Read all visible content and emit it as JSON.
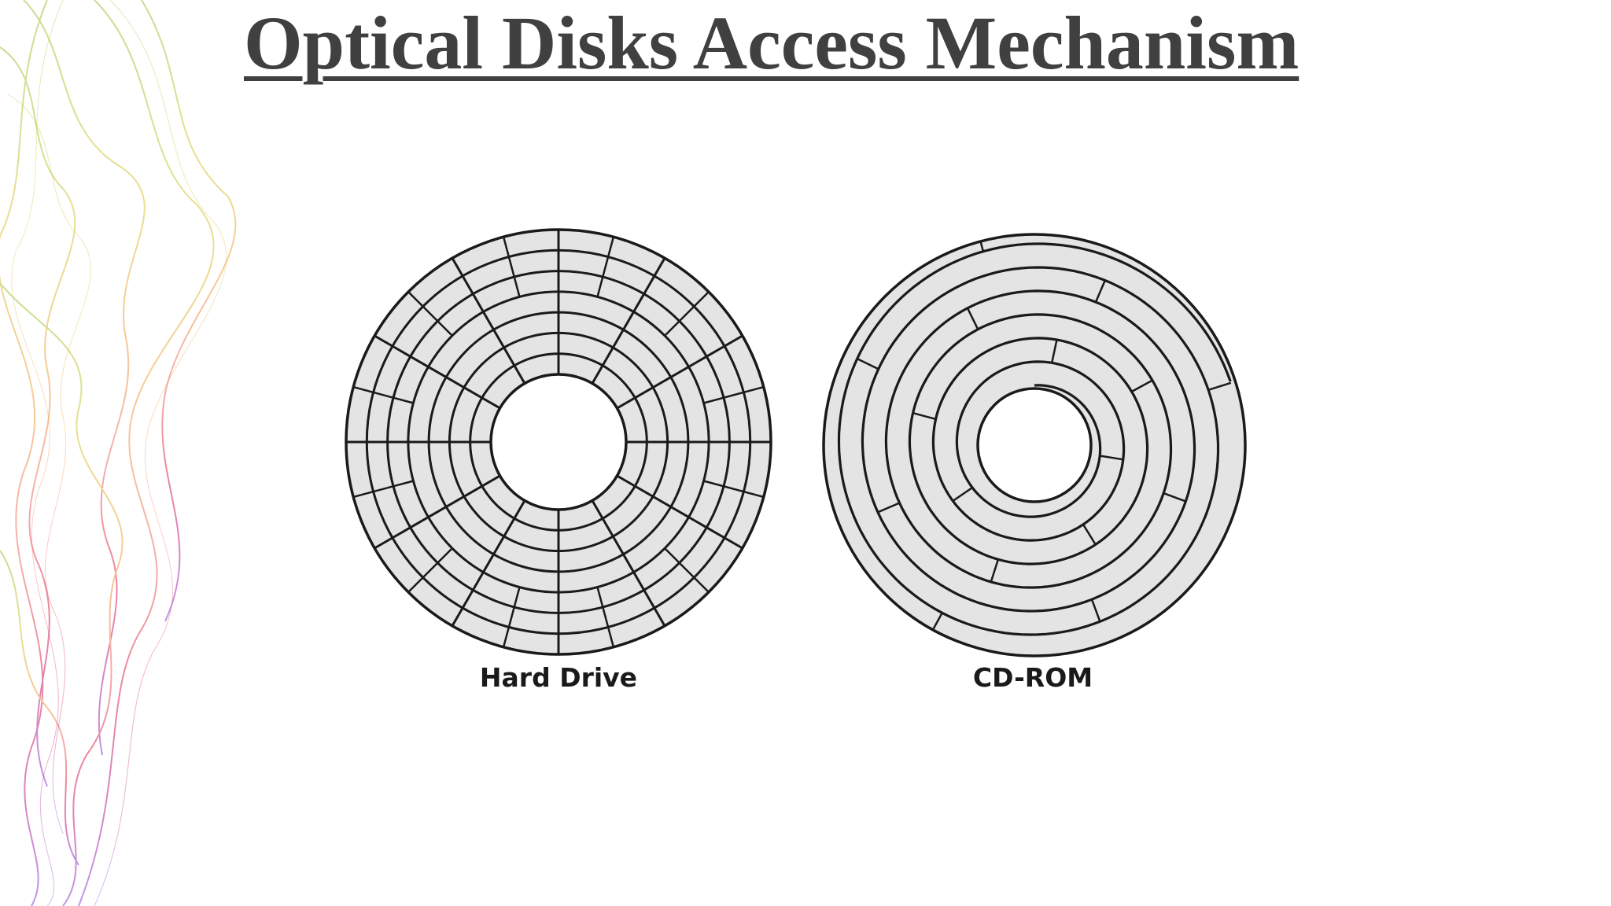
{
  "slide": {
    "title": "Optical Disks Access Mechanism"
  },
  "diagram": {
    "disks": [
      {
        "label": "Hard Drive",
        "layout": "concentric tracks with radial sectors"
      },
      {
        "label": "CD-ROM",
        "layout": "single spiral track"
      }
    ]
  },
  "colors": {
    "title": "#404040",
    "disk_fill": "#e4e4e4",
    "disk_line": "#1a1a1a",
    "wave_palette": [
      "#9cc23a",
      "#d6c83a",
      "#f0a040",
      "#e83a50",
      "#c0208a",
      "#8a40d8"
    ]
  }
}
